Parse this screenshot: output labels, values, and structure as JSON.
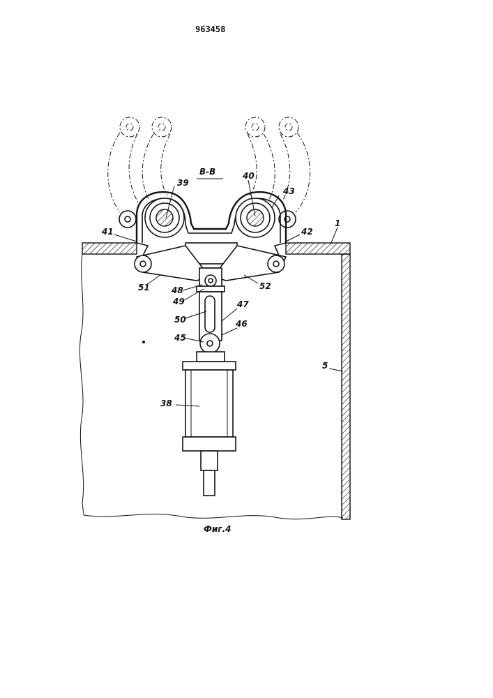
{
  "document": {
    "page_number": "963458",
    "section_label": "В-В",
    "figure_caption": "Фиг.4"
  },
  "callouts": {
    "c1": "1",
    "c5": "5",
    "c38": "38",
    "c39": "39",
    "c40": "40",
    "c41": "41",
    "c42": "42",
    "c43": "43",
    "c45": "45",
    "c46": "46",
    "c47": "47",
    "c48": "48",
    "c49": "49",
    "c50": "50",
    "c51": "51",
    "c52": "52"
  }
}
